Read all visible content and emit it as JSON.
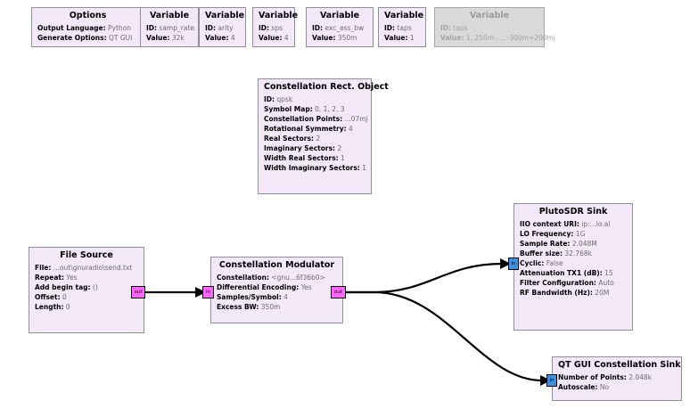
{
  "flowgraph": {
    "blocks": [
      {
        "name": "options-block",
        "title": "Options",
        "props": [
          {
            "key": "Output Language:",
            "value": "Python"
          },
          {
            "key": "Generate Options:",
            "value": "QT GUI"
          }
        ]
      },
      {
        "name": "variable-samp-rate-block",
        "title": "Variable",
        "props": [
          {
            "key": "ID:",
            "value": "samp_rate"
          },
          {
            "key": "Value:",
            "value": "32k"
          }
        ]
      },
      {
        "name": "variable-arity-block",
        "title": "Variable",
        "props": [
          {
            "key": "ID:",
            "value": "arity"
          },
          {
            "key": "Value:",
            "value": "4"
          }
        ]
      },
      {
        "name": "variable-sps-block",
        "title": "Variable",
        "props": [
          {
            "key": "ID:",
            "value": "sps"
          },
          {
            "key": "Value:",
            "value": "4"
          }
        ]
      },
      {
        "name": "variable-exc-ess-bw-block",
        "title": "Variable",
        "props": [
          {
            "key": "ID:",
            "value": "exc_ess_bw"
          },
          {
            "key": "Value:",
            "value": "350m"
          }
        ]
      },
      {
        "name": "variable-taps-block",
        "title": "Variable",
        "props": [
          {
            "key": "ID:",
            "value": "taps"
          },
          {
            "key": "Value:",
            "value": "1"
          }
        ]
      },
      {
        "name": "variable-taps-disabled-block",
        "title": "Variable",
        "disabled": true,
        "props": [
          {
            "key": "ID:",
            "value": "taps"
          },
          {
            "key": "Value:",
            "value": "1, 250m-..., -300m+200mj"
          }
        ]
      },
      {
        "name": "constellation-rect-object-block",
        "title": "Constellation Rect. Object",
        "props": [
          {
            "key": "ID:",
            "value": "qpsk"
          },
          {
            "key": "Symbol Map:",
            "value": "0, 1, 2, 3"
          },
          {
            "key": "Constellation Points:",
            "value": "...07mj"
          },
          {
            "key": "Rotational Symmetry:",
            "value": "4"
          },
          {
            "key": "Real Sectors:",
            "value": "2"
          },
          {
            "key": "Imaginary Sectors:",
            "value": "2"
          },
          {
            "key": "Width Real Sectors:",
            "value": "1"
          },
          {
            "key": "Width Imaginary Sectors:",
            "value": "1"
          }
        ]
      },
      {
        "name": "file-source-block",
        "title": "File Source",
        "props": [
          {
            "key": "File:",
            "value": "...out\\gnuradio\\send.txt"
          },
          {
            "key": "Repeat:",
            "value": "Yes"
          },
          {
            "key": "Add begin tag:",
            "value": "()"
          },
          {
            "key": "Offset:",
            "value": "0"
          },
          {
            "key": "Length:",
            "value": "0"
          }
        ],
        "ports": [
          {
            "label": "out",
            "type": "out-pink"
          }
        ]
      },
      {
        "name": "constellation-modulator-block",
        "title": "Constellation Modulator",
        "props": [
          {
            "key": "Constellation:",
            "value": "<gnu...6f36b0>"
          },
          {
            "key": "Differential Encoding:",
            "value": "Yes"
          },
          {
            "key": "Samples/Symbol:",
            "value": "4"
          },
          {
            "key": "Excess BW:",
            "value": "350m"
          }
        ],
        "ports": [
          {
            "label": "in",
            "type": "in-pink"
          },
          {
            "label": "out",
            "type": "out-pink"
          }
        ]
      },
      {
        "name": "plutosdr-sink-block",
        "title": "PlutoSDR Sink",
        "props": [
          {
            "key": "IIO context URI:",
            "value": "ip:...lo.al"
          },
          {
            "key": "LO Frequency:",
            "value": "1G"
          },
          {
            "key": "Sample Rate:",
            "value": "2.048M"
          },
          {
            "key": "Buffer size:",
            "value": "32.768k"
          },
          {
            "key": "Cyclic:",
            "value": "False"
          },
          {
            "key": "Attenuation TX1 (dB):",
            "value": "15"
          },
          {
            "key": "Filter Configuration:",
            "value": "Auto"
          },
          {
            "key": "RF Bandwidth (Hz):",
            "value": "20M"
          }
        ],
        "ports": [
          {
            "label": "in",
            "type": "in-blue"
          }
        ]
      },
      {
        "name": "qt-gui-constellation-sink-block",
        "title": "QT GUI Constellation Sink",
        "props": [
          {
            "key": "Number of Points:",
            "value": "2.048k"
          },
          {
            "key": "Autoscale:",
            "value": "No"
          }
        ],
        "ports": [
          {
            "label": "in",
            "type": "in-blue"
          }
        ]
      }
    ],
    "port_labels": {
      "out": "out",
      "in": "in"
    }
  }
}
